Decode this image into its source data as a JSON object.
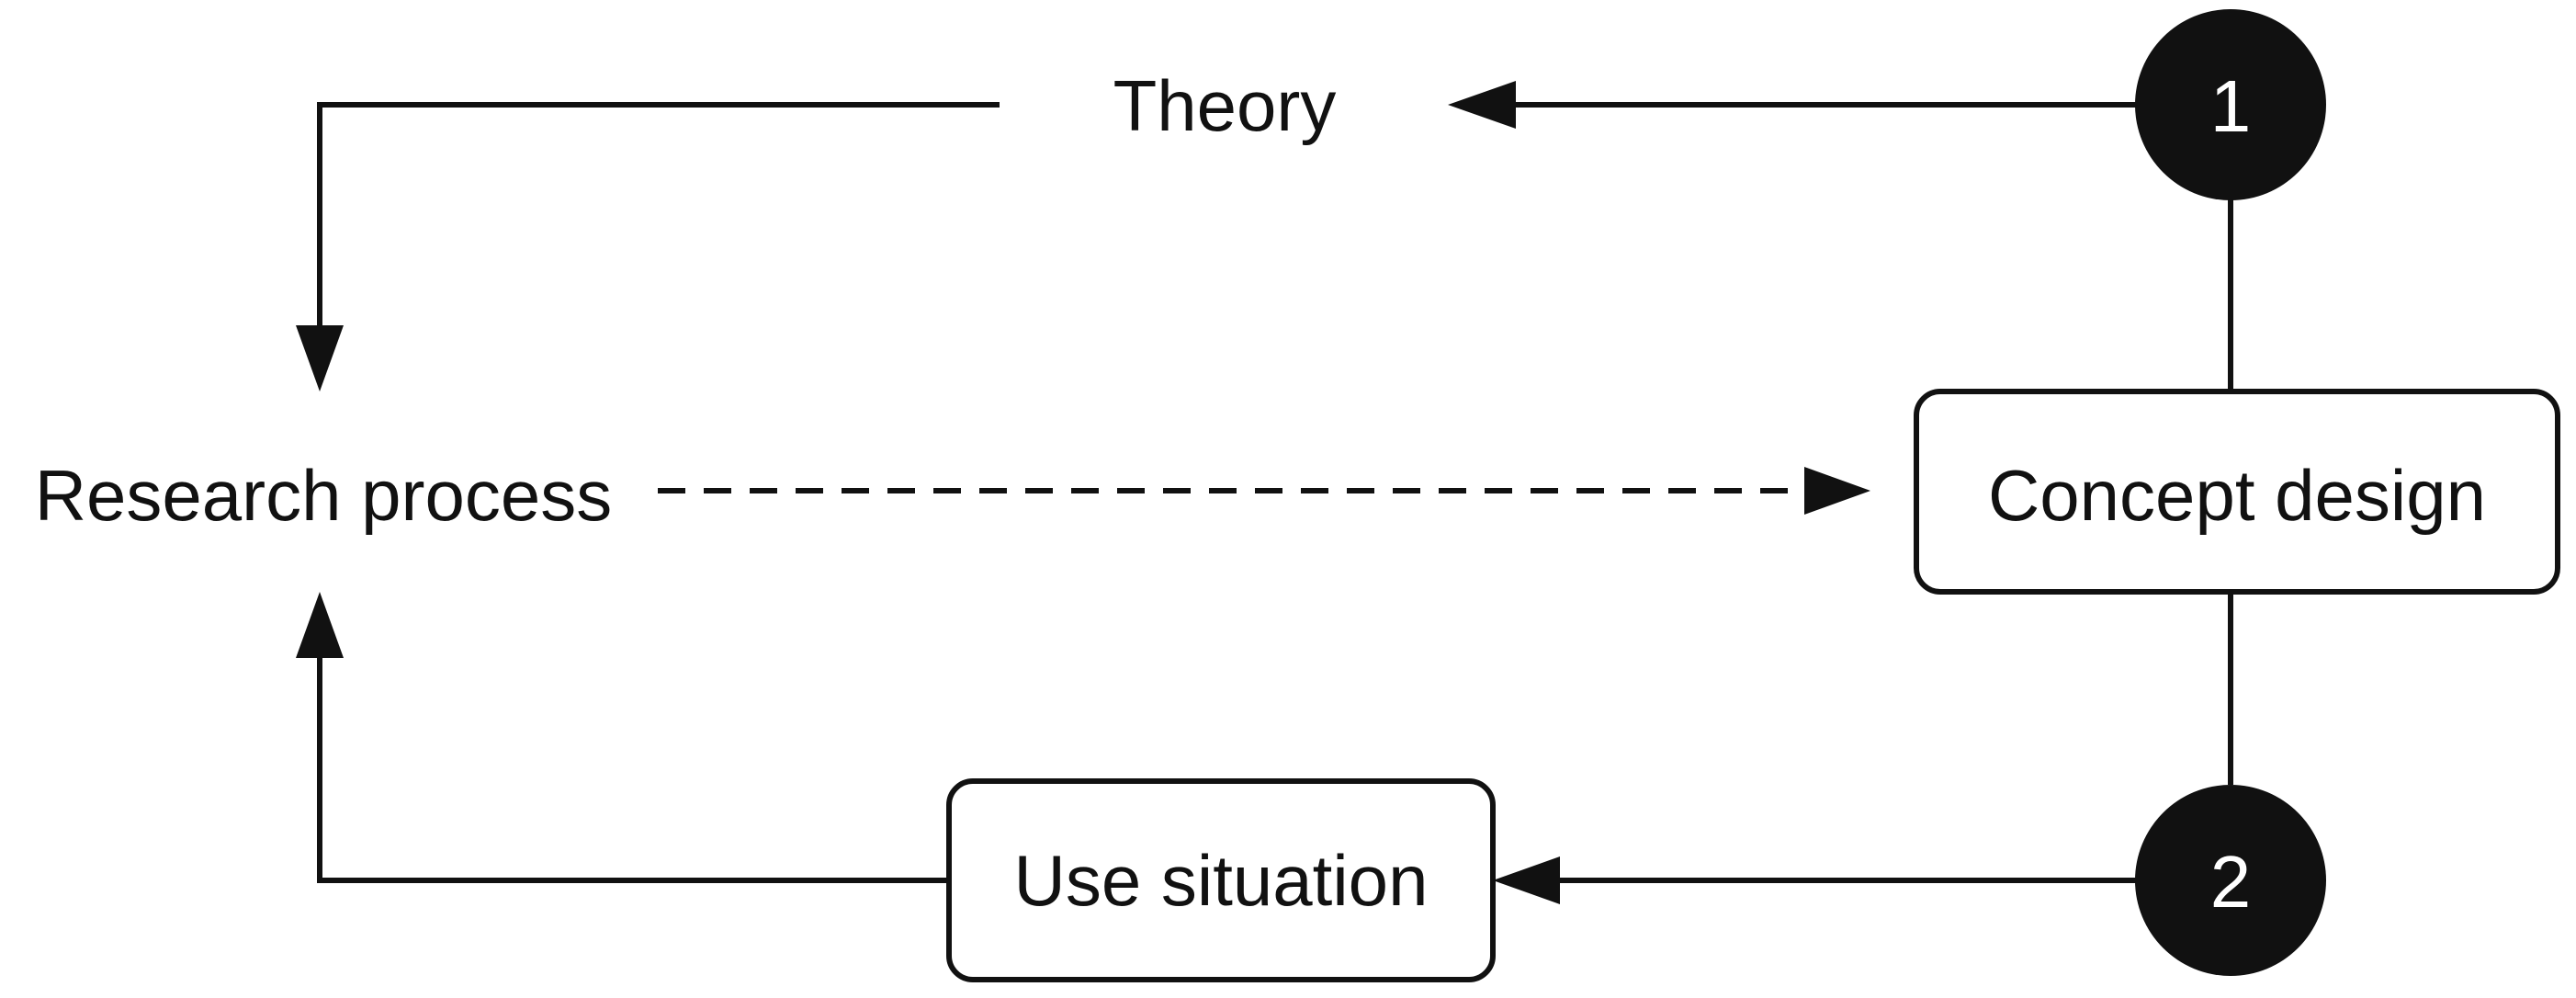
{
  "nodes": {
    "theory": "Theory",
    "research_process": "Research process",
    "concept_design": "Concept design",
    "use_situation": "Use situation"
  },
  "markers": {
    "one": "1",
    "two": "2"
  },
  "colors": {
    "ink": "#111111",
    "marker_fill": "#111111",
    "marker_text": "#ffffff",
    "background": "#ffffff"
  }
}
